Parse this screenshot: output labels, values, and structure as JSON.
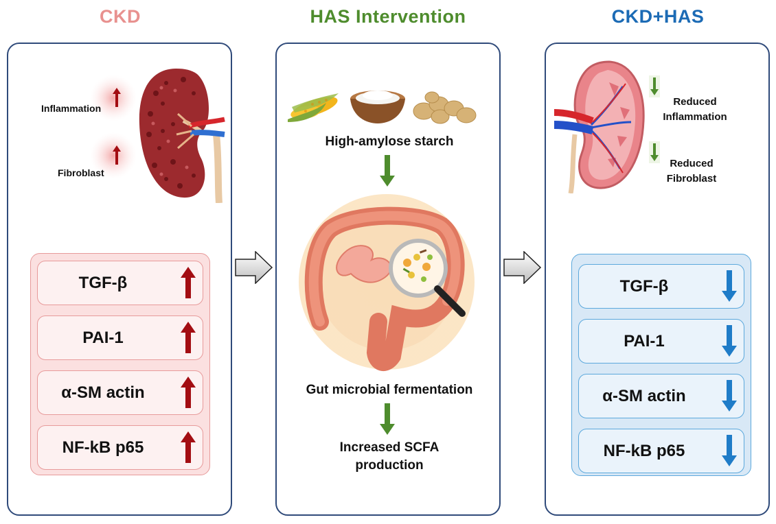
{
  "panels": {
    "ckd": {
      "title": "CKD",
      "title_color": "#e8918f",
      "labels": {
        "inflammation": "Inflammation",
        "fibroblast": "Fibroblast"
      },
      "markers": [
        {
          "label": "TGF-β",
          "direction": "up"
        },
        {
          "label": "PAI-1",
          "direction": "up"
        },
        {
          "label": "α-SM actin",
          "direction": "up"
        },
        {
          "label": "NF-kB p65",
          "direction": "up"
        }
      ],
      "arrow_color": "#a30d12"
    },
    "has": {
      "title": "HAS Intervention",
      "title_color": "#4e8c2d",
      "starch_label": "High-amylose starch",
      "fermentation_label": "Gut microbial fermentation",
      "scfa_line1": "Increased SCFA",
      "scfa_line2": "production",
      "arrow_color": "#4e8c2d"
    },
    "ckd_has": {
      "title": "CKD+HAS",
      "title_color": "#1c6bb5",
      "labels": {
        "inflammation_line1": "Reduced",
        "inflammation_line2": "Inflammation",
        "fibroblast_line1": "Reduced",
        "fibroblast_line2": "Fibroblast"
      },
      "markers": [
        {
          "label": "TGF-β",
          "direction": "down"
        },
        {
          "label": "PAI-1",
          "direction": "down"
        },
        {
          "label": "α-SM actin",
          "direction": "down"
        },
        {
          "label": "NF-kB p65",
          "direction": "down"
        }
      ],
      "arrow_color": "#1f7cc8"
    }
  }
}
